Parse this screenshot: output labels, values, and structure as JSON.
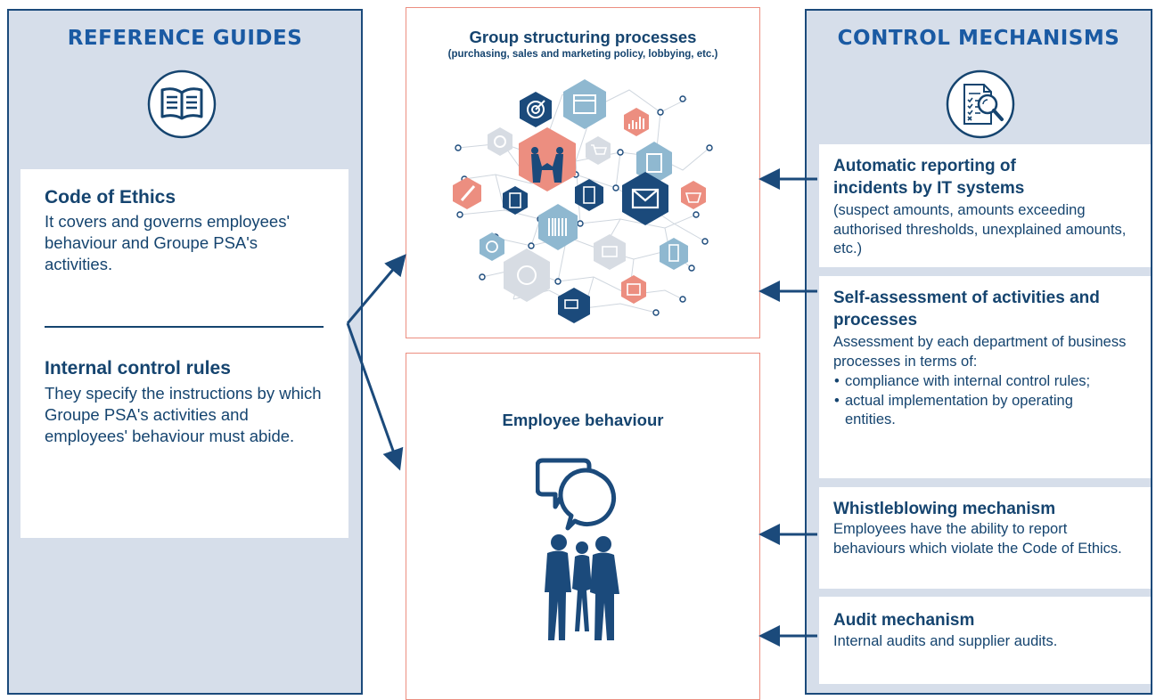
{
  "reference": {
    "title": "REFERENCE GUIDES",
    "icon": "open-book-icon",
    "code_title": "Code of Ethics",
    "code_text": "It covers and governs employees' behaviour and Groupe PSA's activities.",
    "rules_title": "Internal control rules",
    "rules_text": "They specify the instructions by which Groupe PSA's activities and employees' behaviour must abide."
  },
  "processes": {
    "title": "Group structuring processes",
    "subtitle": "(purchasing, sales and marketing policy, lobbying, etc.)"
  },
  "behaviour": {
    "title": "Employee behaviour"
  },
  "control": {
    "title": "CONTROL MECHANISMS",
    "icon": "document-magnifier-icon",
    "items": [
      {
        "title": "Automatic reporting of incidents by IT systems",
        "text": "(suspect amounts, amounts exceeding authorised thresholds, unexplained amounts, etc.)"
      },
      {
        "title": "Self-assessment of activities and processes",
        "text": "Assessment by each department of business processes in terms of:",
        "bullets": [
          "compliance with internal control rules;",
          "actual implementation by operating entities."
        ]
      },
      {
        "title": "Whistleblowing mechanism",
        "text": "Employees have the ability to report behaviours which violate the Code of Ethics."
      },
      {
        "title": "Audit mechanism",
        "text": "Internal audits and supplier audits."
      }
    ]
  },
  "colors": {
    "navy": "#15446f",
    "accent_blue": "#1a5aa3",
    "panel_fill": "#d6deea",
    "coral": "#ec8e80",
    "light_blue": "#8fb8d0"
  }
}
